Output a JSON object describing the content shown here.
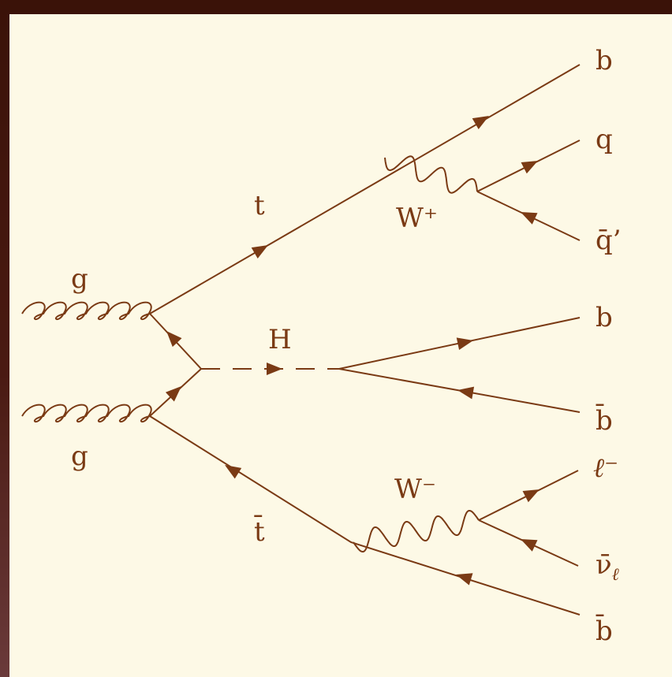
{
  "diagram": {
    "labels": {
      "gluon_top": "g",
      "gluon_bottom": "g",
      "top": "t",
      "antitop": "t̄",
      "higgs": "H",
      "w_plus": "W⁺",
      "w_minus": "W⁻",
      "b_from_top": "b",
      "q": "q",
      "qbar_prime": "q̄’",
      "b_from_higgs": "b",
      "bbar_from_higgs": "b̄",
      "lepton": "ℓ⁻",
      "antineutrino": "ν̄",
      "antineutrino_sub": "ℓ",
      "bbar_from_antitop": "b̄"
    },
    "colors": {
      "line": "#7a3a14",
      "background": "#fdf9e6",
      "frame": "#3a1208"
    }
  }
}
